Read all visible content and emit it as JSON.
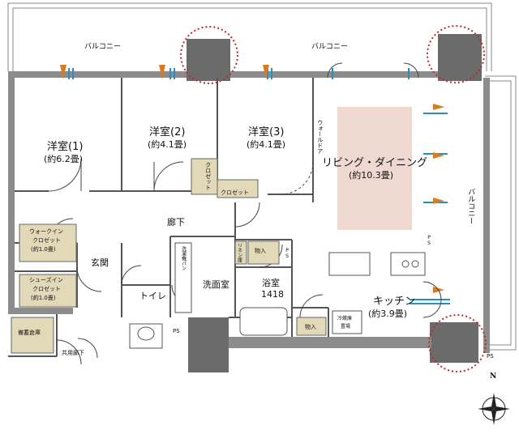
{
  "balconies": {
    "top_left": "バルコニー",
    "top_right": "バルコニー",
    "right": "バルコニー"
  },
  "rooms": {
    "western1": {
      "name": "洋室(1)",
      "size": "(約6.2畳)"
    },
    "western2": {
      "name": "洋室(2)",
      "size": "(約4.1畳)"
    },
    "western3": {
      "name": "洋室(3)",
      "size": "(約4.1畳)"
    },
    "living": {
      "name": "リビング・ダイニング",
      "size": "(約10.3畳)"
    },
    "kitchen": {
      "name": "キッチン",
      "size": "(約3.9畳)"
    },
    "bath": {
      "name": "浴室",
      "size": "1418"
    },
    "washroom": "洗面室",
    "toilet": "トイレ",
    "hallway": "廊下",
    "entrance": "玄関"
  },
  "closets": {
    "walkin": [
      "ウォークイン",
      "クロゼット",
      "(約1.0畳)"
    ],
    "shoesin": [
      "シューズイン",
      "クロゼット",
      "(約1.0畳)"
    ],
    "closet_w2": "クロゼット",
    "closet_w3": "クロゼット",
    "walldoor": "ウォールドア",
    "storage1": "物入",
    "storage2": "物入",
    "linen": "リネン庫",
    "washpan": "洗濯機パン",
    "fridge": [
      "冷蔵庫",
      "置場"
    ]
  },
  "misc": {
    "warehouse": "備蓄倉庫",
    "corridor": "共用廊下",
    "ps1": "PS",
    "ps2": "PS",
    "ps3": "PS",
    "ps4": "PS",
    "north": "N"
  }
}
